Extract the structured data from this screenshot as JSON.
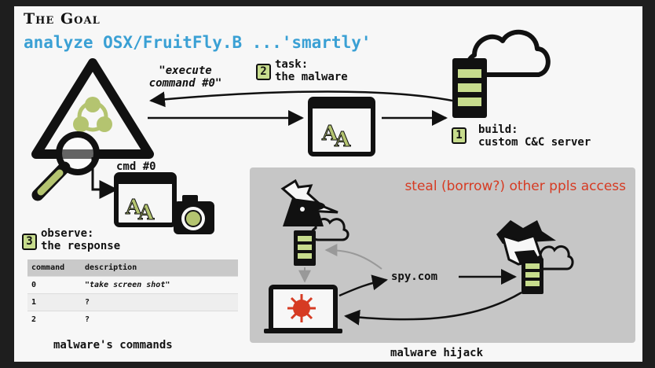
{
  "slide": {
    "title": "The Goal",
    "subtitle": "analyze OSX/FruitFly.B ...'smartly'"
  },
  "steps": {
    "step1": {
      "number": "1",
      "line1": "build:",
      "line2": "custom C&C server"
    },
    "step2": {
      "number": "2",
      "line1": "task:",
      "line2": "the malware"
    },
    "step3": {
      "number": "3",
      "line1": "observe:",
      "line2": "the response"
    }
  },
  "command_quote": {
    "line1": "\"execute",
    "line2": "command #0\""
  },
  "cmd_label": "cmd #0",
  "commands_table": {
    "headers": [
      "command",
      "description"
    ],
    "rows": [
      [
        "0",
        "\"take screen shot\""
      ],
      [
        "1",
        "?"
      ],
      [
        "2",
        "?"
      ]
    ],
    "caption": "malware's commands"
  },
  "hijack": {
    "note": "steal (borrow?) other ppls access",
    "domain": "spy.com",
    "caption": "malware hijack"
  },
  "colors": {
    "accent_blue": "#3aa0d4",
    "server_green": "#c7dc8d",
    "hazard_green": "#b4c470",
    "alert_red": "#d63b23",
    "panel_gray": "#c6c6c6"
  },
  "icons": [
    "biohazard-icon",
    "magnifier-icon",
    "cloud-icon",
    "server-icon",
    "app-window-icon",
    "camera-icon",
    "spy-icon",
    "laptop-icon",
    "virus-icon"
  ]
}
